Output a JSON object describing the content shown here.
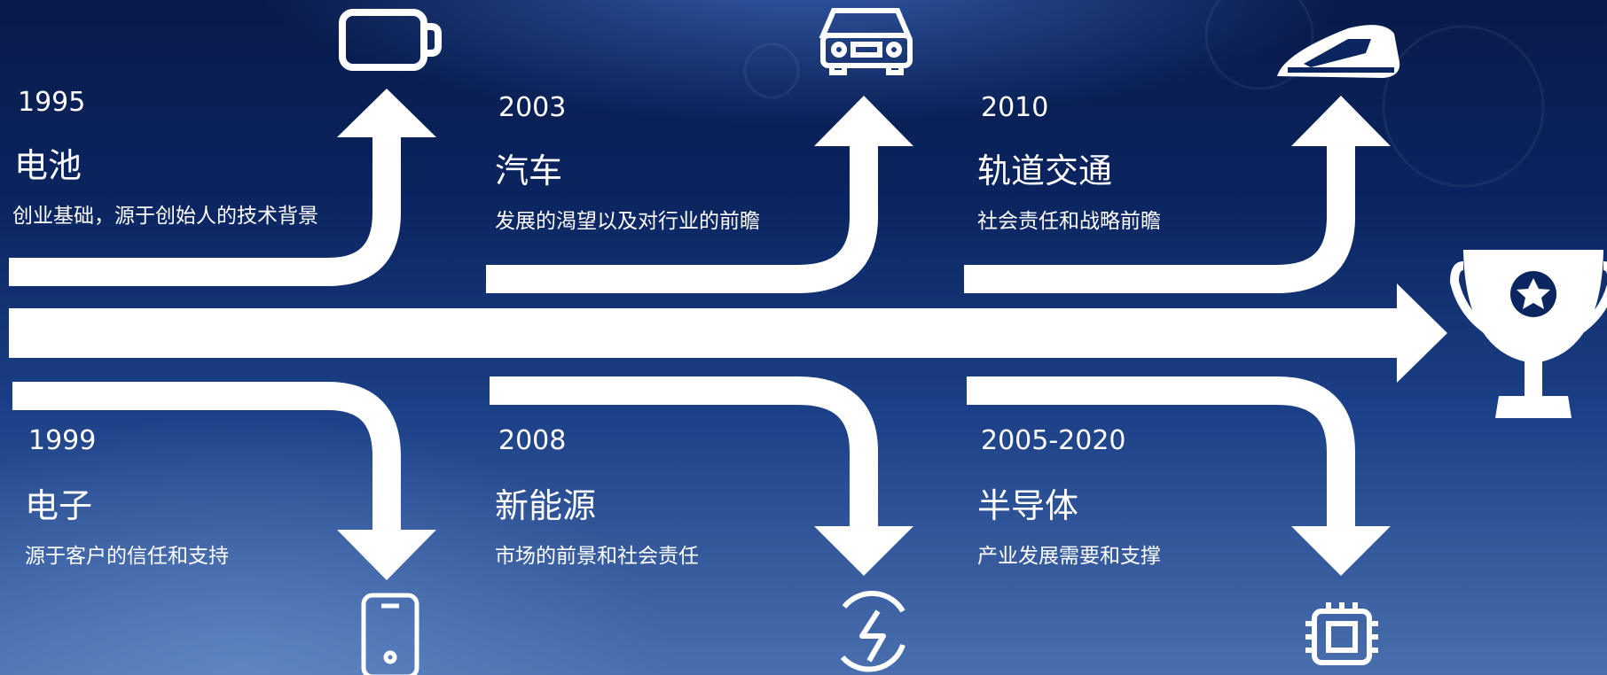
{
  "milestones": [
    {
      "year": "1995",
      "title": "电池",
      "desc": "创业基础，源于创始人的技术背景",
      "icon": "battery-icon"
    },
    {
      "year": "2003",
      "title": "汽车",
      "desc": "发展的渴望以及对行业的前瞻",
      "icon": "car-icon"
    },
    {
      "year": "2010",
      "title": "轨道交通",
      "desc": "社会责任和战略前瞻",
      "icon": "train-icon"
    },
    {
      "year": "1999",
      "title": "电子",
      "desc": "源于客户的信任和支持",
      "icon": "smartphone-icon"
    },
    {
      "year": "2008",
      "title": "新能源",
      "desc": "市场的前景和社会责任",
      "icon": "energy-icon"
    },
    {
      "year": "2005-2020",
      "title": "半导体",
      "desc": "产业发展需要和支撑",
      "icon": "chip-icon"
    }
  ],
  "goal_icon": "trophy-icon",
  "colors": {
    "foreground": "#ffffff",
    "background_top": "#081a4a",
    "background_bottom": "#4a6fae"
  }
}
